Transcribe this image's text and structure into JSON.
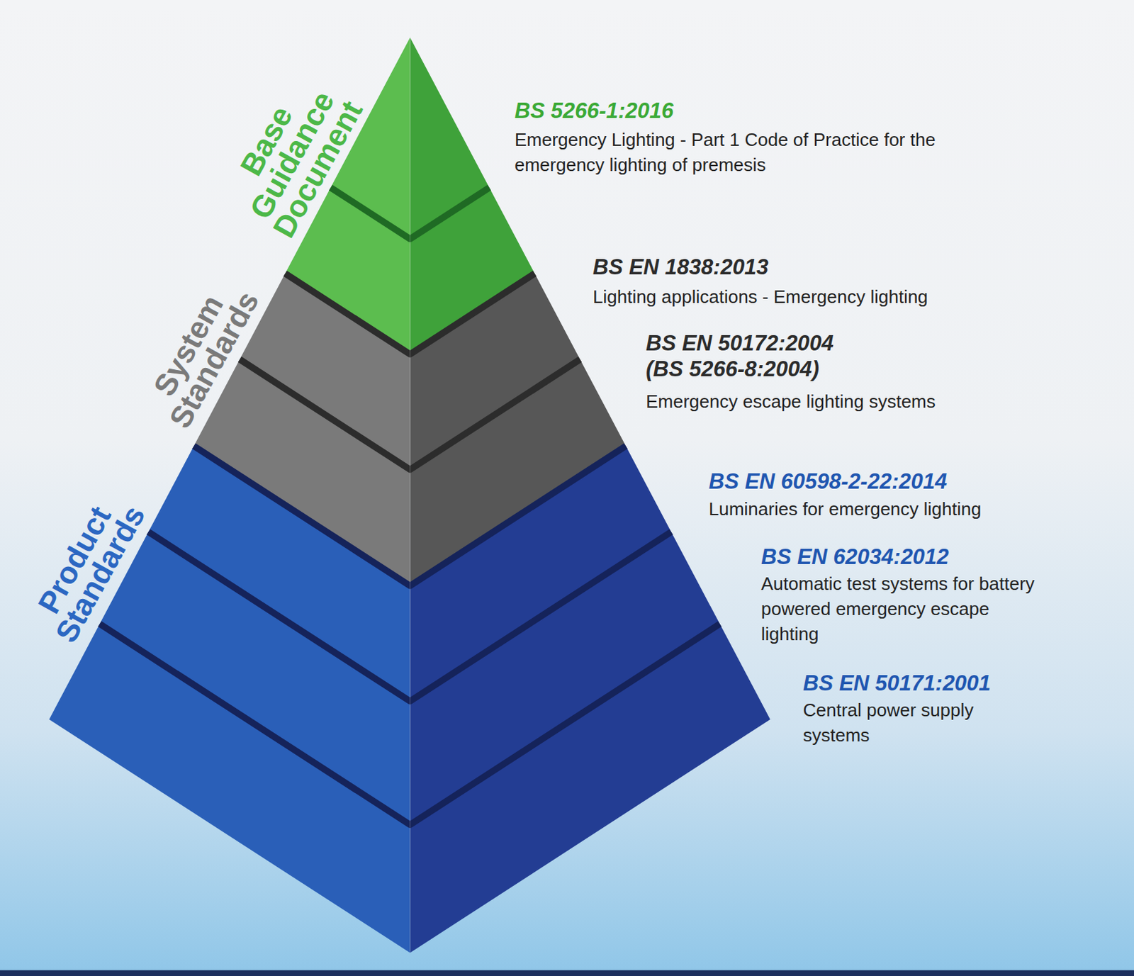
{
  "diagram": {
    "labels": [
      "Base Guidance Document",
      "System Standards",
      "Product Standards",
      "BS 5266-1:2016",
      "Emergency Lighting - Part 1 Code of Practice for the emergency lighting of premesis",
      "BS EN 1838:2013",
      "Lighting applications - Emergency lighting",
      "BS EN 50172:2004 (BS 5266-8:2004)",
      "Emergency escape lighting systems",
      "BS EN 60598-2-22:2014",
      "Luminaries for emergency lighting",
      "BS EN 62034:2012",
      "Automatic test systems for battery powered emergency escape lighting",
      "BS EN 50171:2001",
      "Central power supply systems"
    ]
  }
}
